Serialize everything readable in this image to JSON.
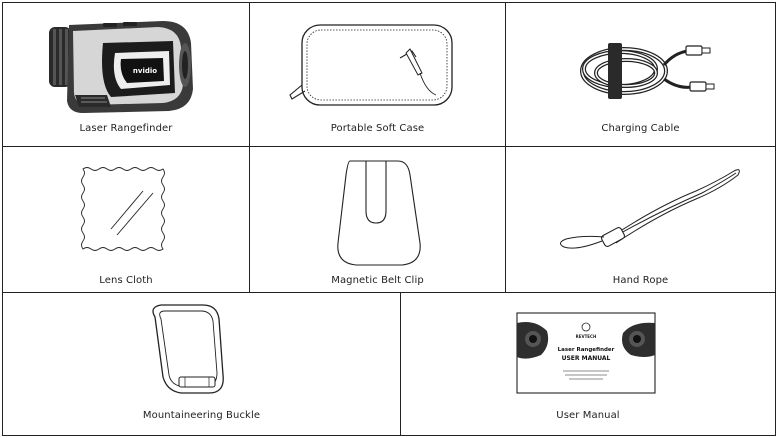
{
  "items": [
    {
      "label": "Laser Rangefinder"
    },
    {
      "label": "Portable Soft Case"
    },
    {
      "label": "Charging Cable"
    },
    {
      "label": "Lens Cloth"
    },
    {
      "label": "Magnetic Belt Clip"
    },
    {
      "label": "Hand Rope"
    },
    {
      "label": "Mountaineering Buckle"
    },
    {
      "label": "User Manual"
    }
  ],
  "rangefinder_badge": "nvidio",
  "manual": {
    "brand": "REVTECH",
    "title": "Laser Rangefinder",
    "subtitle": "USER MANUAL"
  }
}
